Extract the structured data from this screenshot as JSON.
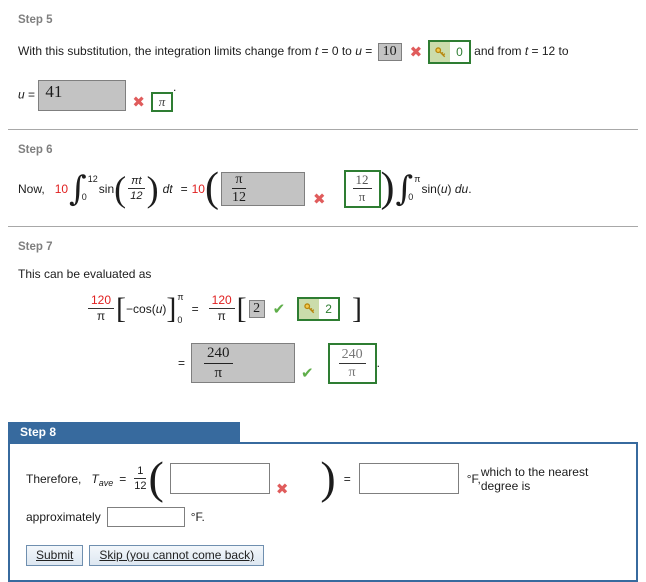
{
  "step5": {
    "label": "Step 5",
    "line1": {
      "pre": "With this substitution, the integration limits change from ",
      "t1": "t",
      "mid1": " = 0 to ",
      "u1": "u",
      "eq": " = ",
      "answer_incorrect": "10",
      "key_answer": "0",
      "mid2": " and from ",
      "t2": "t",
      "mid3": " = 12 to"
    },
    "line2": {
      "u": "u",
      "eq": " = ",
      "answer_incorrect": "41",
      "key_answer": "π",
      "period": "."
    }
  },
  "step6": {
    "label": "Step 6",
    "now": "Now,",
    "coef1": "10",
    "integral1": {
      "upper": "12",
      "lower": "0"
    },
    "sin1": "sin",
    "arg_frac": {
      "num": "πt",
      "den": "12"
    },
    "dt": "dt",
    "eq": "=",
    "coef2": "10",
    "answer_incorrect": {
      "num": "π",
      "den": "12"
    },
    "key_answer": {
      "num": "12",
      "den": "π"
    },
    "integral2": {
      "upper": "π",
      "lower": "0"
    },
    "sin2": "sin(",
    "u": "u",
    "close": ") ",
    "du": "du",
    "period": "."
  },
  "step7": {
    "label": "Step 7",
    "intro": "This can be evaluated as",
    "frac1": {
      "num": "120",
      "den": "π"
    },
    "expr": {
      "minus_cos": "−cos(",
      "u": "u",
      "close": ")",
      "upper": "π",
      "lower": "0"
    },
    "eq": "=",
    "frac2": {
      "num": "120",
      "den": "π"
    },
    "answer_correct": "2",
    "key_answer": "2",
    "line2": {
      "eq": "=",
      "answer_correct": {
        "num": "240",
        "den": "π"
      },
      "key_answer": {
        "num": "240",
        "den": "π"
      },
      "period": "."
    }
  },
  "step8": {
    "label": "Step 8",
    "therefore": "Therefore,",
    "T": "T",
    "ave_sub": "ave",
    "eq1": "=",
    "frac": {
      "num": "1",
      "den": "12"
    },
    "input1_value": "",
    "eq2": "=",
    "input2_value": "",
    "unit1": "°F,",
    "tail": " which to the nearest degree is",
    "approximately": "approximately",
    "input3_value": "",
    "unit2": "°F.",
    "submit_label": "Submit",
    "skip_label": "Skip (you cannot come back)"
  },
  "icons": {
    "incorrect": "✖",
    "correct": "✔",
    "key": "key-icon"
  },
  "colors": {
    "carried_value_red": "#e02020",
    "incorrect_x": "#e05c5c",
    "correct_check": "#5fae4a",
    "answer_box_gray": "#c3c3c3",
    "key_green_border": "#2e7d32",
    "key_cell_bg": "#cbdcab",
    "panel_blue": "#376a9e",
    "step_label_gray": "#7f7f7f"
  }
}
